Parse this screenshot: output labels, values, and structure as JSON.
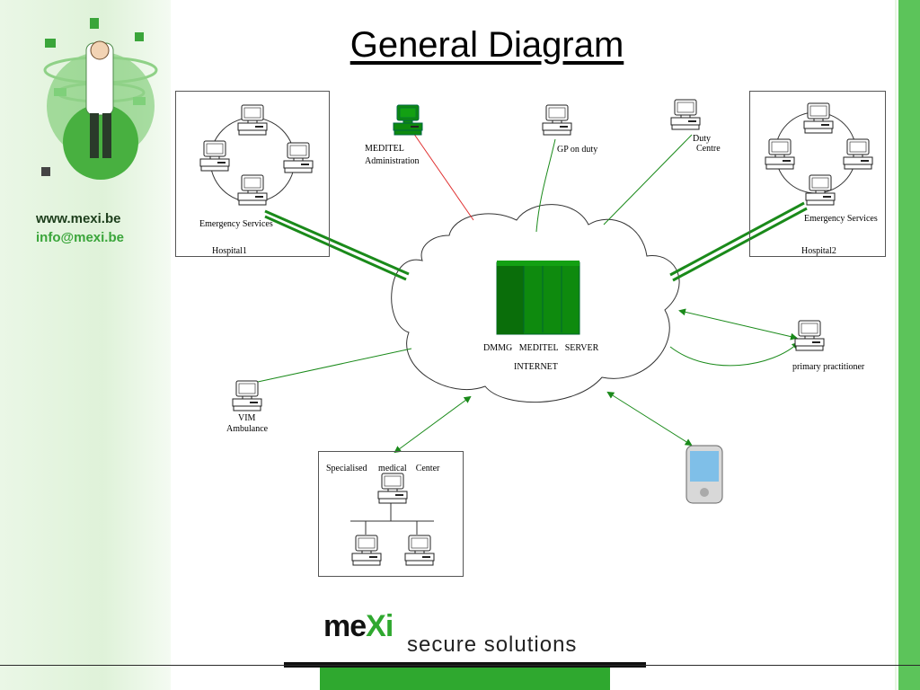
{
  "title": "General Diagram",
  "contact": {
    "website": "www.mexi.be",
    "email": "info@mexi.be"
  },
  "nodes": {
    "hospital1": {
      "service": "Emergency Services",
      "name": "Hospital1"
    },
    "hospital2": {
      "service": "Emergency Services",
      "name": "Hospital2"
    },
    "admin": {
      "line1": "MEDITEL",
      "line2": "Administration"
    },
    "gp": {
      "label": "GP on duty"
    },
    "duty": {
      "line1": "Duty",
      "line2": "Centre"
    },
    "server": {
      "label": "DMMG   MEDITEL   SERVER",
      "network": "INTERNET"
    },
    "vim": {
      "line1": "VIM",
      "line2": "Ambulance"
    },
    "primary": {
      "label": "primary practitioner"
    },
    "specialised": {
      "label": "Specialised     medical    Center"
    }
  },
  "brand": {
    "name_start": "me",
    "name_x": "Xi",
    "tagline": "secure solutions"
  },
  "colors": {
    "accent_green": "#2fa82f",
    "link_green": "#1a8a1a",
    "admin_link": "#e03030",
    "server_green": "#0e8a0e"
  },
  "icons": [
    "workstation-icon",
    "server-rack-icon",
    "pda-icon",
    "mascot-figure-icon"
  ]
}
